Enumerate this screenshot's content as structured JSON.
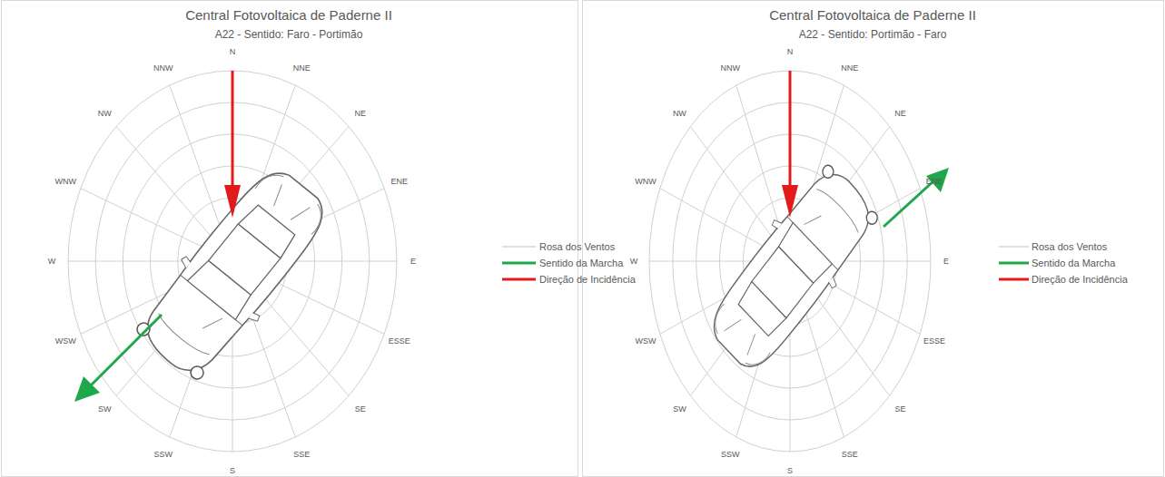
{
  "diagram": {
    "labels": [
      "Central Fotovoltaica de Paderne II",
      "A22 - Sentido: Faro - Portimão",
      "N",
      "NNE",
      "NE",
      "ENE",
      "E",
      "ESSE",
      "SE",
      "SSE",
      "S",
      "SSW",
      "SW",
      "WSW",
      "W",
      "WNW",
      "NW",
      "NNW",
      "Central Fotovoltaica de Paderne II",
      "A22 - Sentido: Portimão - Faro",
      "N",
      "NNE",
      "NE",
      "ENE",
      "E",
      "ESSE",
      "SE",
      "SSE",
      "S",
      "SSW",
      "SW",
      "WSW",
      "W",
      "WNW",
      "NW",
      "NNW"
    ],
    "legend": [
      {
        "text": "Rosa dos Ventos"
      },
      {
        "text": "Sentido da Marcha"
      },
      {
        "text": "Direção de Incidência"
      },
      {
        "text": "Rosa dos Ventos"
      },
      {
        "text": "Sentido da Marcha"
      },
      {
        "text": "Direção de Incidência"
      }
    ]
  }
}
